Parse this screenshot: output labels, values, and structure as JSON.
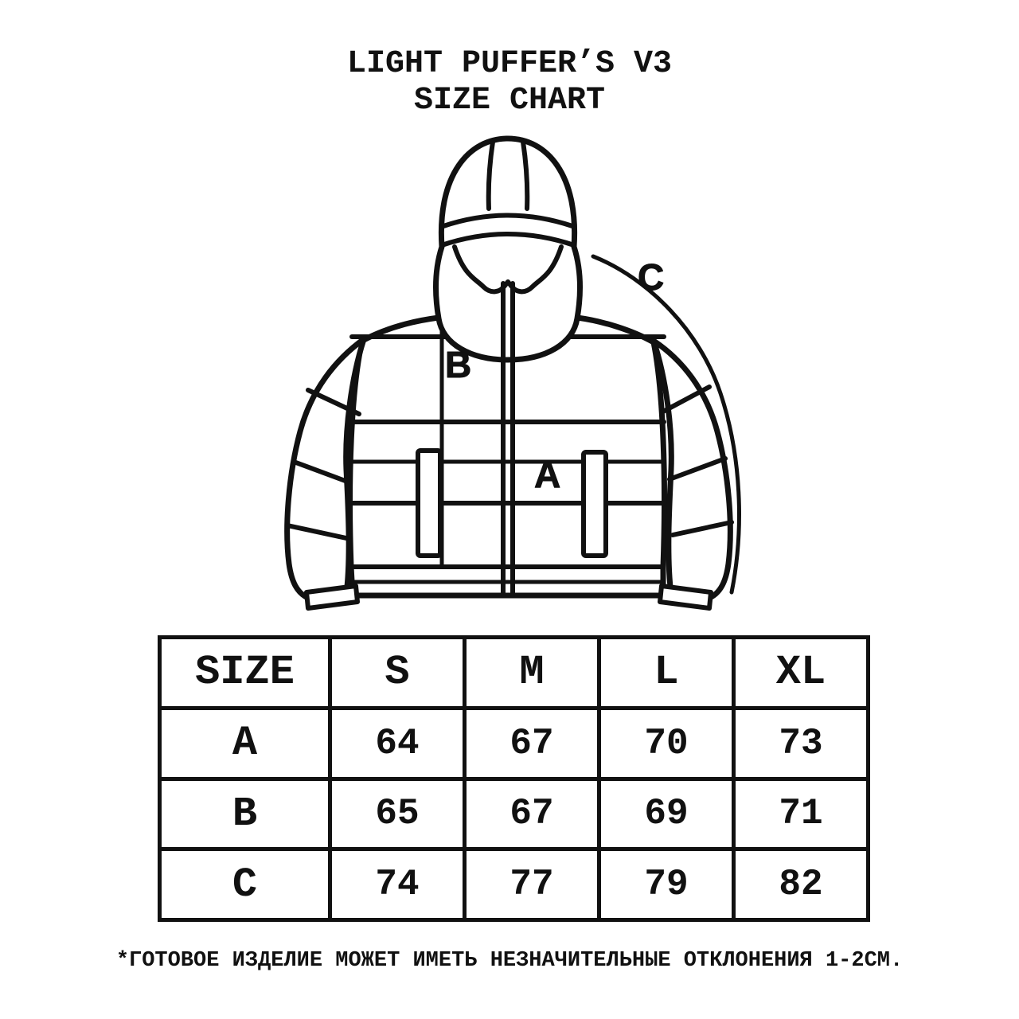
{
  "title": {
    "line1": "LIGHT PUFFER’S V3",
    "line2": "SIZE CHART"
  },
  "diagram": {
    "type": "puffer-jacket-measurement-drawing",
    "labels": {
      "a": "A",
      "b": "B",
      "c": "C"
    },
    "label_meanings": {
      "a": "width measurement across chest",
      "b": "length measurement on body",
      "c": "sleeve measurement arc"
    }
  },
  "table": {
    "header": [
      "SIZE",
      "S",
      "M",
      "L",
      "XL"
    ],
    "rows": [
      {
        "label": "A",
        "values": [
          "64",
          "67",
          "70",
          "73"
        ]
      },
      {
        "label": "B",
        "values": [
          "65",
          "67",
          "69",
          "71"
        ]
      },
      {
        "label": "C",
        "values": [
          "74",
          "77",
          "79",
          "82"
        ]
      }
    ]
  },
  "footnote": "*ГОТОВОЕ ИЗДЕЛИЕ МОЖЕТ ИМЕТЬ НЕЗНАЧИТЕЛЬНЫЕ ОТКЛОНЕНИЯ 1-2СМ.",
  "colors": {
    "ink": "#111111",
    "background": "#ffffff"
  }
}
